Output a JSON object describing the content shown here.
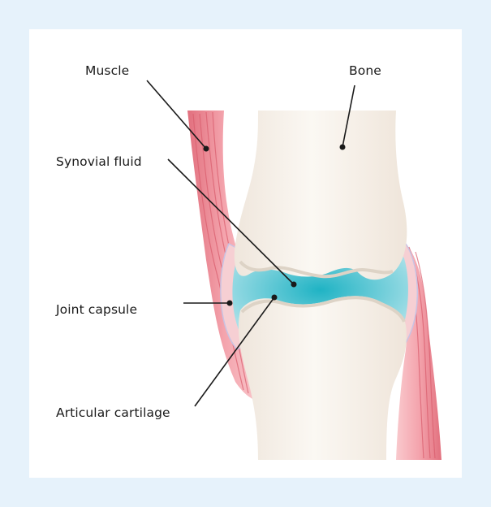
{
  "labels": {
    "muscle": "Muscle",
    "bone": "Bone",
    "synovial_fluid": "Synovial fluid",
    "joint_capsule": "Joint capsule",
    "articular_cartilage": "Articular cartilage"
  },
  "colors": {
    "background": "#e6f2fb",
    "card": "#ffffff",
    "bone": "#f7f1ea",
    "muscle": "#ee8f9a",
    "synovial_fluid": "#5cc8d4",
    "joint_capsule": "#f6cfd3"
  }
}
